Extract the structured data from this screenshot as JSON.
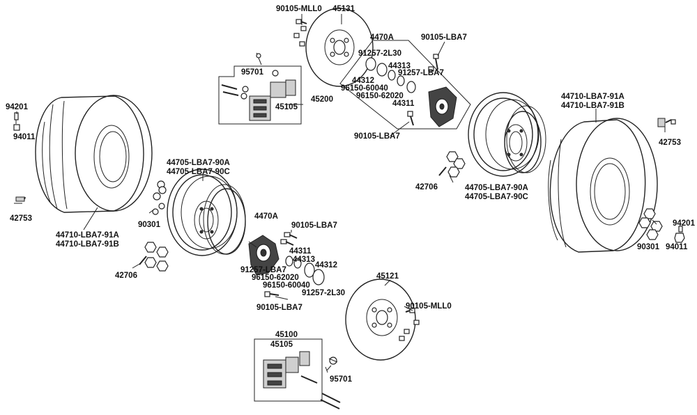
{
  "labels": {
    "l01": "90105-MLL0",
    "l02": "45131",
    "l03": "4470A",
    "l04": "90105-LBA7",
    "l05": "91257-2L30",
    "l06": "44313",
    "l07": "44312",
    "l08": "91257-LBA7",
    "l09": "96150-60040",
    "l10": "96150-62020",
    "l11": "44311",
    "l12": "90105-LBA7",
    "l13": "95701",
    "l14": "45200",
    "l15": "45105",
    "l16": "94201",
    "l17": "94011",
    "l18": "42753",
    "l19": "44710-LBA7-91A",
    "l20": "44710-LBA7-91B",
    "l21": "44705-LBA7-90A",
    "l22": "44705-LBA7-90C",
    "l23": "90301",
    "l24": "42706",
    "l25": "4470A",
    "l26": "90105-LBA7",
    "l27": "44311",
    "l28": "44313",
    "l29": "44312",
    "l30": "91257-LBA7",
    "l31": "96150-62020",
    "l32": "96150-60040",
    "l33": "91257-2L30",
    "l34": "90105-LBA7",
    "l35": "45121",
    "l36": "90105-MLL0",
    "l37": "45100",
    "l38": "45105",
    "l39": "95701",
    "l40": "44710-LBA7-91A",
    "l41": "44710-LBA7-91B",
    "l42": "42753",
    "l43": "44705-LBA7-90A",
    "l44": "44705-LBA7-90C",
    "l45": "42706",
    "l46": "90301",
    "l47": "94201",
    "l48": "94011"
  }
}
